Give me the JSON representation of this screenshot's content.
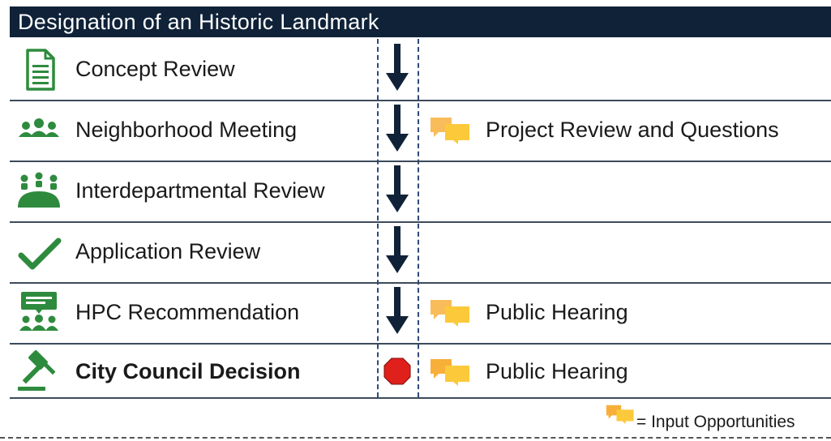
{
  "title": "Designation of an Historic Landmark",
  "steps": [
    {
      "label": "Concept Review",
      "icon": "document-icon",
      "connector": "arrow",
      "input": ""
    },
    {
      "label": "Neighborhood Meeting",
      "icon": "people-group-icon",
      "connector": "arrow",
      "input": "Project Review and Questions"
    },
    {
      "label": "Interdepartmental Review",
      "icon": "meeting-table-icon",
      "connector": "arrow",
      "input": ""
    },
    {
      "label": "Application Review",
      "icon": "checkmark-icon",
      "connector": "arrow",
      "input": ""
    },
    {
      "label": "HPC Recommendation",
      "icon": "presentation-icon",
      "connector": "arrow",
      "input": "Public Hearing"
    },
    {
      "label": "City Council Decision",
      "icon": "gavel-icon",
      "connector": "stop",
      "input": "Public Hearing",
      "bold": true
    }
  ],
  "legend": {
    "label": "= Input Opportunities",
    "icon": "comment-bubbles-icon"
  },
  "colors": {
    "title_bg": "#0f2238",
    "icon_green": "#2e8b3e",
    "arrow": "#0f2238",
    "stop": "#e0201b",
    "comment_orange": "#f6a623",
    "comment_yellow": "#fcc93a",
    "dash_blue": "#2e4a7a"
  }
}
